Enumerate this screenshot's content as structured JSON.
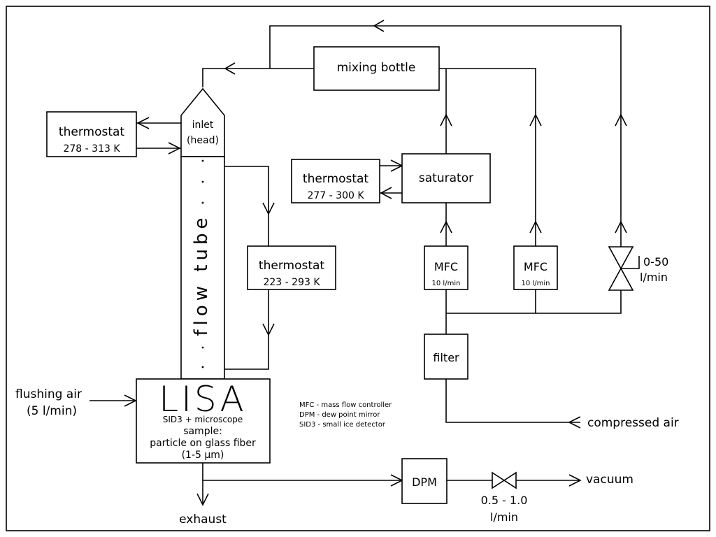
{
  "components": {
    "mixing_bottle": "mixing bottle",
    "inlet_line1": "inlet",
    "inlet_line2": "(head)",
    "thermostat_inlet_title": "thermostat",
    "thermostat_inlet_range": "278 - 313 K",
    "thermostat_saturator_title": "thermostat",
    "thermostat_saturator_range": "277 - 300 K",
    "saturator": "saturator",
    "thermostat_flowtube_title": "thermostat",
    "thermostat_flowtube_range": "223 - 293 K",
    "flow_tube": "flow tube",
    "mfc1_label": "MFC",
    "mfc1_rate": "10 l/min",
    "mfc2_label": "MFC",
    "mfc2_rate": "10 l/min",
    "valve_range_line1": "0-50",
    "valve_range_line2": "l/min",
    "filter": "filter",
    "lisa_title": "LISA",
    "lisa_line1": "SID3 + microscope",
    "lisa_line2": "sample:",
    "lisa_line3": "particle on glass fiber",
    "lisa_line4": "(1-5 μm)",
    "dpm": "DPM",
    "vacuum_valve_line1": "0.5  -  1.0",
    "vacuum_valve_line2": "l/min"
  },
  "flows": {
    "flushing_air_line1": "flushing air",
    "flushing_air_line2": "(5 l/min)",
    "compressed_air": "compressed air",
    "exhaust": "exhaust",
    "vacuum": "vacuum"
  },
  "legend": [
    "MFC - mass flow controller",
    "DPM - dew point mirror",
    "SID3 - small ice detector"
  ]
}
